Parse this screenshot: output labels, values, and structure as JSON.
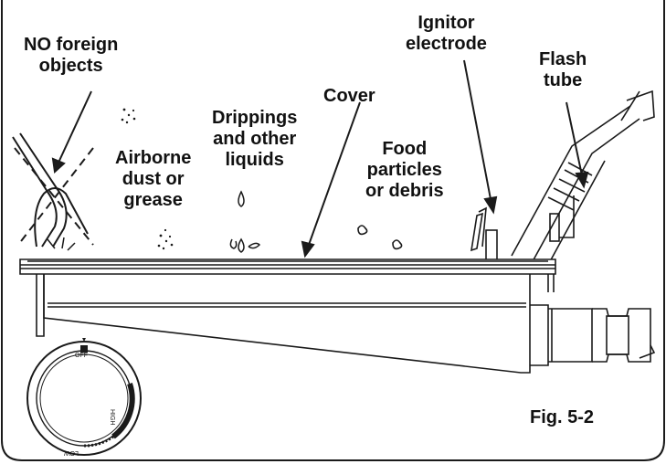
{
  "labels": {
    "no_foreign_objects": [
      "NO foreign",
      "objects"
    ],
    "ignitor_electrode": [
      "Ignitor",
      "electrode"
    ],
    "flash_tube": [
      "Flash",
      "tube"
    ],
    "cover": "Cover",
    "drippings": [
      "Drippings",
      "and other",
      "liquids"
    ],
    "airborne": [
      "Airborne",
      "dust or",
      "grease"
    ],
    "food": [
      "Food",
      "particles",
      "or debris"
    ]
  },
  "knob": {
    "off": "OFF",
    "high": "HIGH",
    "low": "LOW"
  },
  "figure_label": "Fig. 5-2",
  "colors": {
    "line": "#1a1a1a",
    "background": "#ffffff"
  }
}
